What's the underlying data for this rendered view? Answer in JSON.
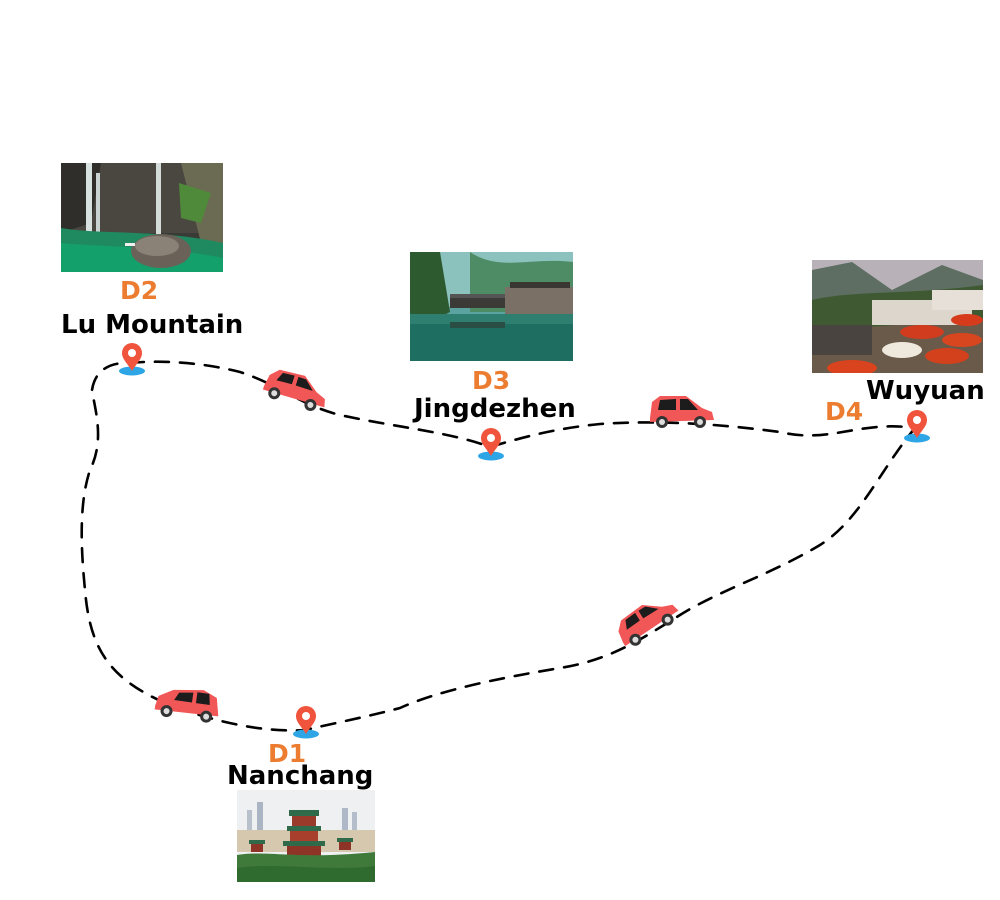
{
  "map": {
    "type": "road-trip-itinerary",
    "route_style": {
      "line_color": "#000000",
      "dash": "dashed"
    },
    "colors": {
      "day_label": "#ec7c30",
      "place_label": "#000000",
      "pin": "#f0543c",
      "pin_base": "#2ea6e6",
      "car": "#f25757"
    },
    "stops": [
      {
        "day": "D1",
        "name": "Nanchang",
        "photo": "Tengwang Pavilion with city skyline and river"
      },
      {
        "day": "D2",
        "name": "Lu Mountain",
        "photo": "Waterfall over green pool with boulder"
      },
      {
        "day": "D3",
        "name": "Jingdezhen",
        "photo": "Covered bridge and old town over a river"
      },
      {
        "day": "D4",
        "name": "Wuyuan",
        "photo": "Village rooftops with drying red chili baskets"
      }
    ],
    "cars": [
      {
        "id": "car-d1-d2",
        "segment": "Nanchang to Lu Mountain"
      },
      {
        "id": "car-d2-d3",
        "segment": "Lu Mountain to Jingdezhen"
      },
      {
        "id": "car-d3-d4",
        "segment": "Jingdezhen to Wuyuan"
      },
      {
        "id": "car-d4-d1",
        "segment": "Wuyuan to Nanchang"
      }
    ]
  }
}
